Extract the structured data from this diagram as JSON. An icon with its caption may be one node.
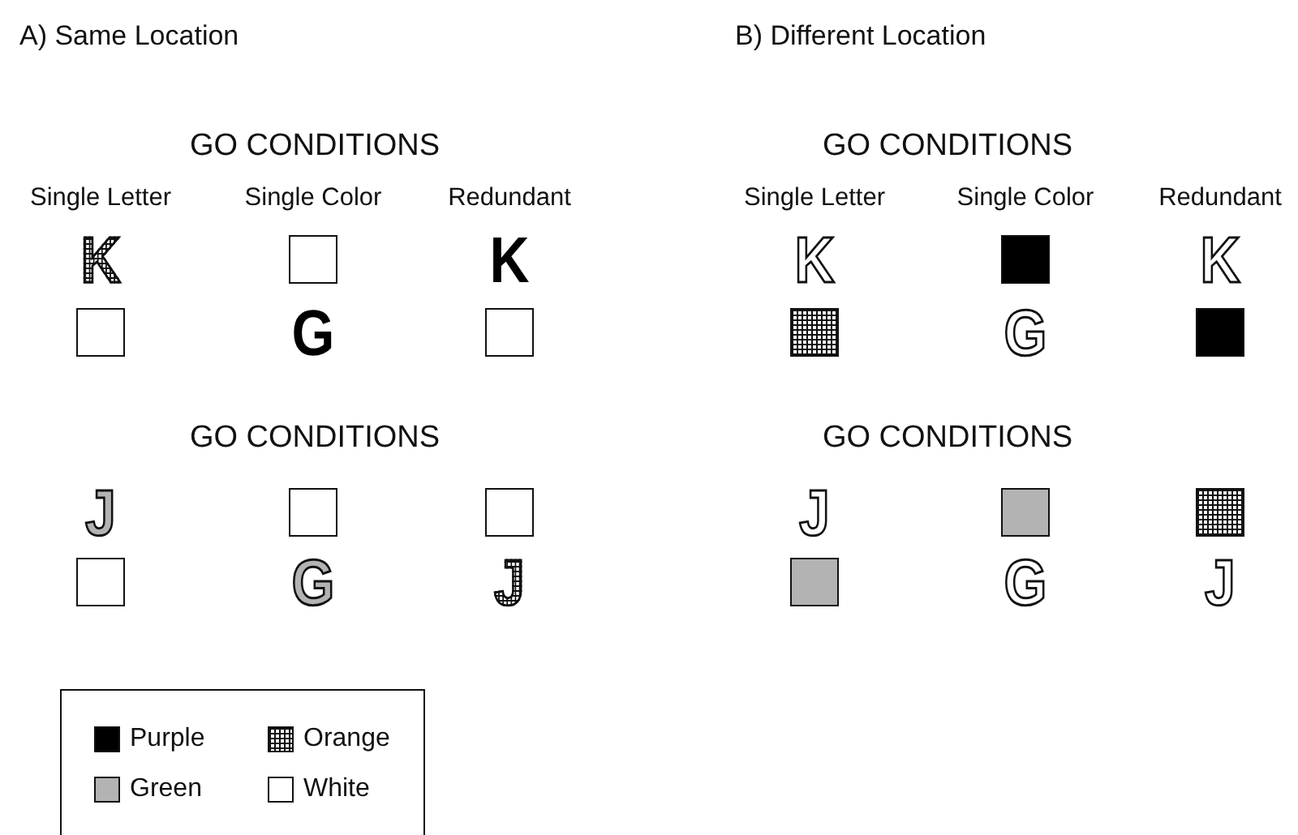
{
  "diagram": {
    "labels": [
      "A) Same Location",
      "B) Different Location",
      "GO CONDITIONS",
      "GO CONDITIONS",
      "Single Letter",
      "Single Color",
      "Redundant",
      "Single Letter",
      "Single Color",
      "Redundant",
      "K",
      "K",
      "K",
      "K",
      "G",
      "G",
      "GO CONDITIONS",
      "GO CONDITIONS",
      "J",
      "J",
      "G",
      "J",
      "G",
      "J"
    ],
    "legend": [
      {
        "text": "Purple",
        "color": "#000000"
      },
      {
        "text": "Orange"
      },
      {
        "text": "Green",
        "color": "#b3b3b3"
      },
      {
        "text": "White",
        "color": "#ffffff"
      }
    ]
  }
}
